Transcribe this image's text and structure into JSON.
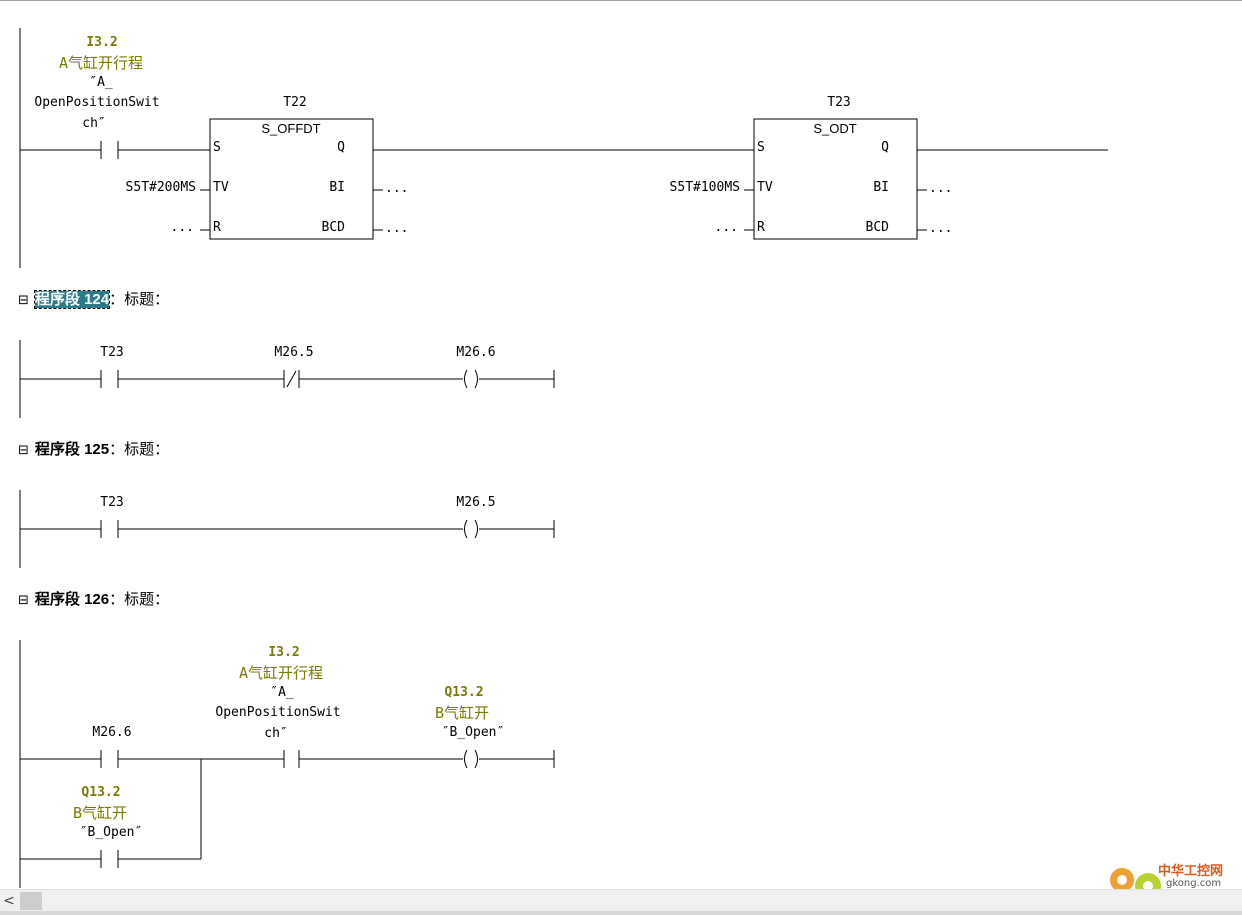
{
  "network_123": {
    "input_contact": {
      "address": "I3.2",
      "comment": "A气缸开行程",
      "symbol_line1": "″A_",
      "symbol_line2": "OpenPositionSwit",
      "symbol_line3": "ch″"
    },
    "timer1": {
      "name": "T22",
      "type": "S_OFFDT",
      "pin_s": "S",
      "pin_tv": "TV",
      "pin_r": "R",
      "pin_q": "Q",
      "pin_bi": "BI",
      "pin_bcd": "BCD",
      "tv_value": "S5T#200MS",
      "r_value": "...",
      "bi_value": "...",
      "bcd_value": "..."
    },
    "timer2": {
      "name": "T23",
      "type": "S_ODT",
      "pin_s": "S",
      "pin_tv": "TV",
      "pin_r": "R",
      "pin_q": "Q",
      "pin_bi": "BI",
      "pin_bcd": "BCD",
      "tv_value": "S5T#100MS",
      "r_value": "...",
      "bi_value": "...",
      "bcd_value": "..."
    }
  },
  "network_124": {
    "toggle": "⊟",
    "title_label": "程序段 124",
    "title_suffix": "：标题：",
    "contact1": "T23",
    "contact2": "M26.5",
    "coil": "M26.6"
  },
  "network_125": {
    "toggle": "⊟",
    "title_label": "程序段 125",
    "title_suffix": "：标题：",
    "contact1": "T23",
    "coil": "M26.5"
  },
  "network_126": {
    "toggle": "⊟",
    "title_label": "程序段 126",
    "title_suffix": "：标题：",
    "contact1": "M26.6",
    "contact2": {
      "address": "I3.2",
      "comment": "A气缸开行程",
      "symbol_line1": "″A_",
      "symbol_line2": "OpenPositionSwit",
      "symbol_line3": "ch″"
    },
    "coil": {
      "address": "Q13.2",
      "comment": "B气缸开",
      "symbol": "″B_Open″"
    },
    "parallel_contact": {
      "address": "Q13.2",
      "comment": "B气缸开",
      "symbol": "″B_Open″"
    }
  },
  "scrollbar": {
    "left_arrow": "<"
  },
  "watermark": {
    "title": "中华工控网",
    "url": "gkong.com"
  }
}
